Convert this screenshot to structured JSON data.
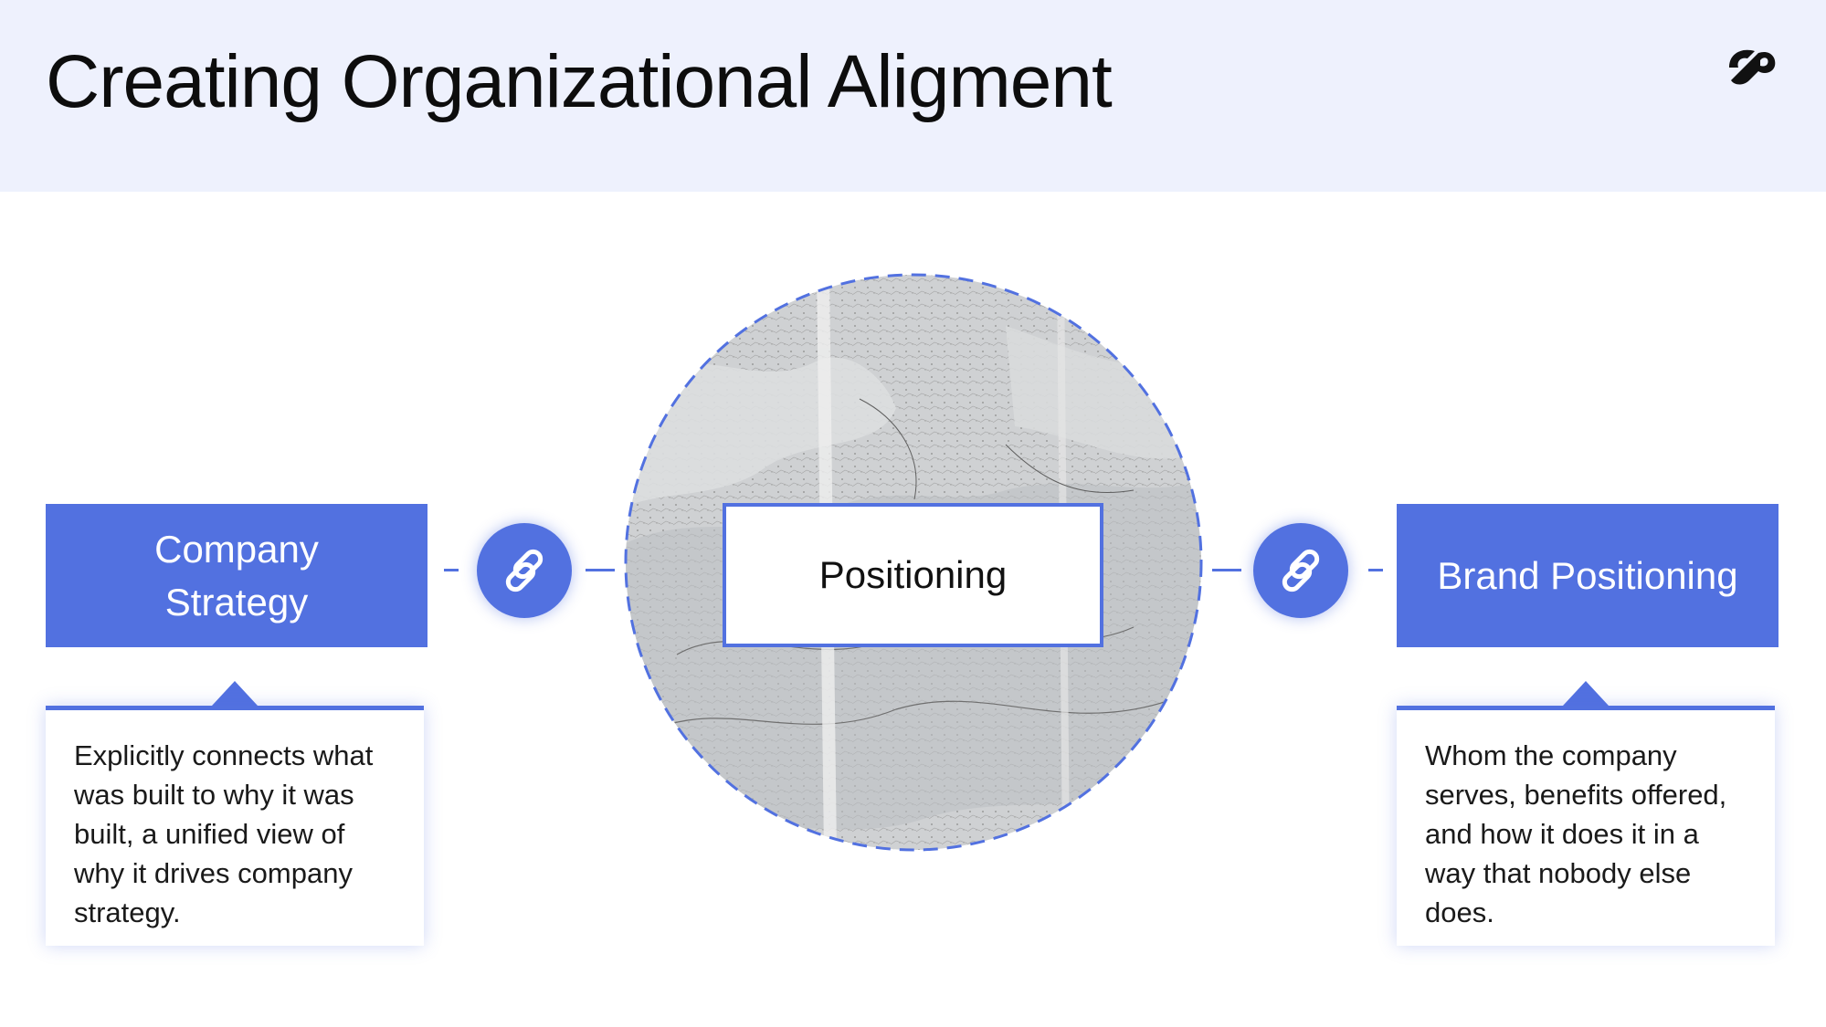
{
  "slide": {
    "title": "Creating Organizational Aligment",
    "logo_icon": "brand-logo-icon"
  },
  "center": {
    "label": "Positioning",
    "background": "map-image"
  },
  "left_node": {
    "label": "Company Strategy",
    "link_icon": "link-icon",
    "description": "Explicitly connects what was built to why it was built, a unified view of why it drives company strategy."
  },
  "right_node": {
    "label": "Brand Positioning",
    "link_icon": "link-icon",
    "description": "Whom the company serves, benefits offered, and how it does it in a way that nobody else does."
  },
  "colors": {
    "accent": "#5271e0",
    "header_bg": "#eef1fd",
    "text": "#111111",
    "background": "#ffffff"
  }
}
